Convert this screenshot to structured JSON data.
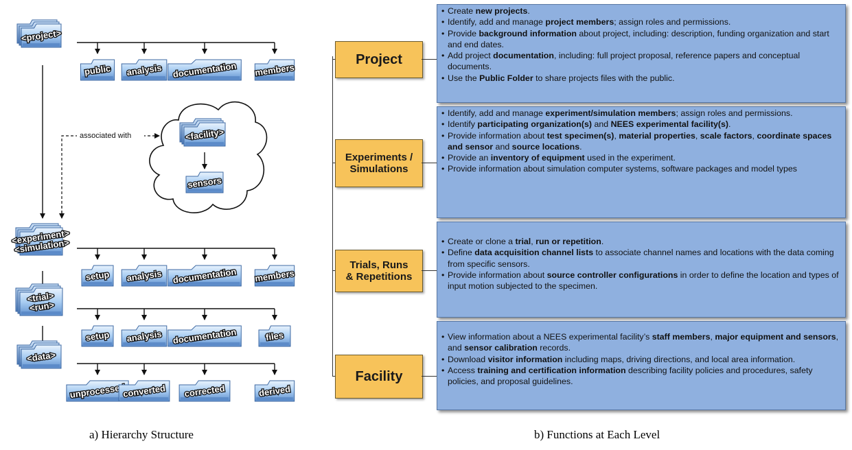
{
  "left": {
    "caption": "a)  Hierarchy Structure",
    "association_label": "associated with",
    "levels": [
      {
        "label": "<project>",
        "children": [
          "public",
          "analysis",
          "documentation",
          "members"
        ]
      },
      {
        "label": "<experiment>\n<simulation>",
        "children": [
          "setup",
          "analysis",
          "documentation",
          "members"
        ]
      },
      {
        "label": "<trial>\n<run>",
        "children": [
          "setup",
          "analysis",
          "documentation",
          "files"
        ]
      },
      {
        "label": "<data>",
        "children": [
          "unprocessed",
          "converted",
          "corrected",
          "derived"
        ]
      }
    ],
    "facility": {
      "label": "<facility>",
      "child": "sensors"
    }
  },
  "right": {
    "caption": "b)   Functions at Each Level",
    "levels": [
      {
        "title": "Project",
        "items": [
          [
            {
              "t": "Create "
            },
            {
              "t": "new projects",
              "b": true
            },
            {
              "t": "."
            }
          ],
          [
            {
              "t": "Identify, add and manage "
            },
            {
              "t": "project members",
              "b": true
            },
            {
              "t": "; assign roles and permissions."
            }
          ],
          [
            {
              "t": "Provide "
            },
            {
              "t": "background information",
              "b": true
            },
            {
              "t": " about project, including: description, funding organization and start and end dates."
            }
          ],
          [
            {
              "t": "Add project "
            },
            {
              "t": "documentation",
              "b": true
            },
            {
              "t": ", including: full project proposal, reference papers and conceptual documents."
            }
          ],
          [
            {
              "t": "Use the "
            },
            {
              "t": "Public Folder",
              "b": true
            },
            {
              "t": " to share projects files with the public."
            }
          ]
        ]
      },
      {
        "title": "Experiments /\nSimulations",
        "items": [
          [
            {
              "t": "Identify, add and manage "
            },
            {
              "t": "experiment/simulation members",
              "b": true
            },
            {
              "t": "; assign roles and permissions."
            }
          ],
          [
            {
              "t": "Identify "
            },
            {
              "t": "participating organization(s)",
              "b": true
            },
            {
              "t": " and "
            },
            {
              "t": "NEES experimental facility(s)",
              "b": true
            },
            {
              "t": "."
            }
          ],
          [
            {
              "t": "Provide information about "
            },
            {
              "t": "test specimen(s)",
              "b": true
            },
            {
              "t": ", "
            },
            {
              "t": "material properties",
              "b": true
            },
            {
              "t": ", "
            },
            {
              "t": "scale factors",
              "b": true
            },
            {
              "t": ", "
            },
            {
              "t": "coordinate spaces and sensor",
              "b": true
            },
            {
              "t": " and "
            },
            {
              "t": "source locations",
              "b": true
            },
            {
              "t": "."
            }
          ],
          [
            {
              "t": "Provide an "
            },
            {
              "t": "inventory of equipment",
              "b": true
            },
            {
              "t": " used in the experiment."
            }
          ],
          [
            {
              "t": "Provide information about simulation computer systems, software packages and model types"
            }
          ]
        ]
      },
      {
        "title": "Trials, Runs\n& Repetitions",
        "items": [
          [
            {
              "t": "Create or clone a "
            },
            {
              "t": "trial",
              "b": true
            },
            {
              "t": ", "
            },
            {
              "t": "run or repetition",
              "b": true
            },
            {
              "t": "."
            }
          ],
          [
            {
              "t": "Define "
            },
            {
              "t": "data acquisition channel lists",
              "b": true
            },
            {
              "t": " to associate channel names and locations with the data coming from specific sensors."
            }
          ],
          [
            {
              "t": "Provide information about "
            },
            {
              "t": "source controller configurations",
              "b": true
            },
            {
              "t": " in order to define the location and types of input motion subjected to the specimen."
            }
          ]
        ]
      },
      {
        "title": "Facility",
        "items": [
          [
            {
              "t": "View information about a NEES experimental facility’s "
            },
            {
              "t": "staff members",
              "b": true
            },
            {
              "t": ", "
            },
            {
              "t": "major equipment and sensors",
              "b": true
            },
            {
              "t": ", and "
            },
            {
              "t": "sensor calibration",
              "b": true
            },
            {
              "t": " records."
            }
          ],
          [
            {
              "t": "Download "
            },
            {
              "t": "visitor information",
              "b": true
            },
            {
              "t": " including maps, driving directions, and local area information."
            }
          ],
          [
            {
              "t": "Access "
            },
            {
              "t": "training and certification information",
              "b": true
            },
            {
              "t": " describing facility policies and procedures, safety policies, and proposal guidelines."
            }
          ]
        ]
      }
    ]
  }
}
